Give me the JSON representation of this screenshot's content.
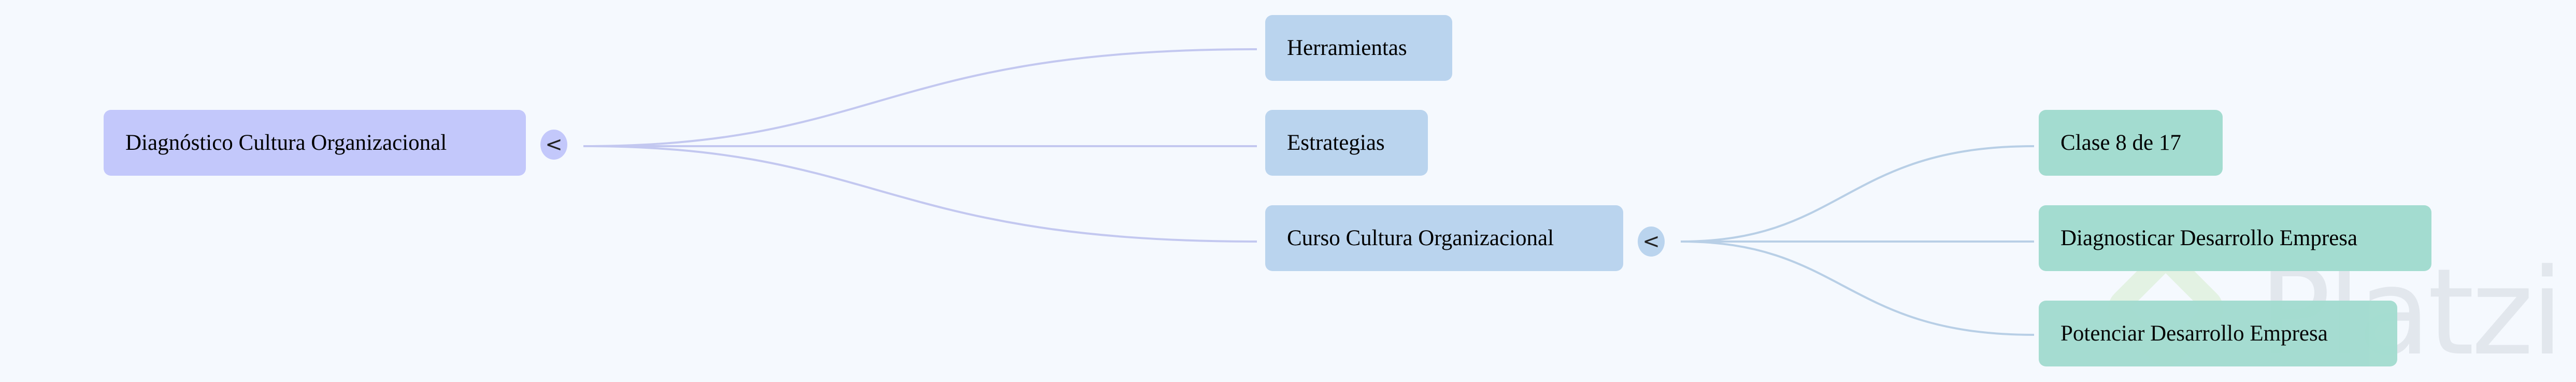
{
  "root": {
    "label": "Diagnóstico Cultura Organizacional",
    "toggle": "<"
  },
  "level1": [
    {
      "label": "Herramientas"
    },
    {
      "label": "Estrategias"
    },
    {
      "label": "Curso Cultura Organizacional",
      "toggle": "<"
    }
  ],
  "level2": [
    {
      "label": "Clase 8 de 17"
    },
    {
      "label": "Diagnosticar Desarrollo Empresa"
    },
    {
      "label": "Potenciar Desarrollo Empresa"
    }
  ],
  "watermark": "Platzi",
  "colors": {
    "background": "#f5f9fe",
    "root": "#c3c8fb",
    "level1": "#bad4ee",
    "level2": "#a3dcd0",
    "edge_root": "#c3c8f0",
    "edge_level1": "#b8cfe6"
  }
}
